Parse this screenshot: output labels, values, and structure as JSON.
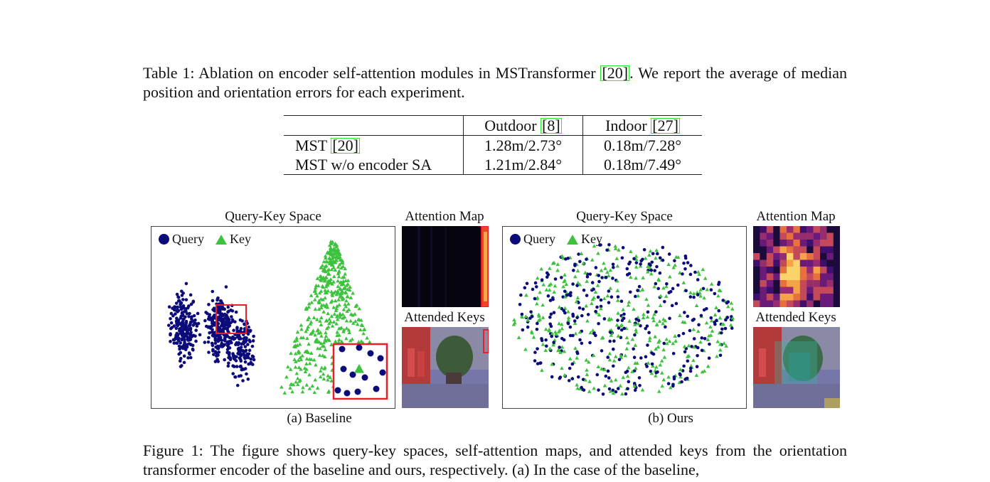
{
  "table_caption": {
    "prefix": "Table 1: Ablation on encoder self-attention modules in MSTransformer ",
    "ref": "[20]",
    "suffix": ". We report the average of median position and orientation errors for each experiment."
  },
  "table": {
    "header": [
      "",
      "Outdoor ",
      "Indoor "
    ],
    "header_refs": [
      "",
      "[8]",
      "[27]"
    ],
    "rows": [
      {
        "label": "MST ",
        "ref": "[20]",
        "outdoor": "1.28m/2.73°",
        "indoor": "0.18m/7.28°"
      },
      {
        "label": "MST w/o encoder SA",
        "ref": "",
        "outdoor": "1.21m/2.84°",
        "indoor": "0.18m/7.49°"
      }
    ]
  },
  "figure": {
    "left": {
      "qk_title": "Query-Key Space",
      "attn_title": "Attention Map",
      "keys_title": "Attended Keys",
      "legend_query": "Query",
      "legend_key": "Key",
      "caption": "(a) Baseline"
    },
    "right": {
      "qk_title": "Query-Key Space",
      "attn_title": "Attention Map",
      "keys_title": "Attended Keys",
      "legend_query": "Query",
      "legend_key": "Key",
      "caption": "(b) Ours"
    },
    "colors": {
      "query": "#0b0b7a",
      "key": "#3dc23d",
      "highlight": "#e8202a"
    }
  },
  "figure_caption": {
    "text": "Figure 1: The figure shows query-key spaces, self-attention maps, and attended keys from the orientation transformer encoder of the baseline and ours, respectively. (a) In the case of the baseline,"
  }
}
